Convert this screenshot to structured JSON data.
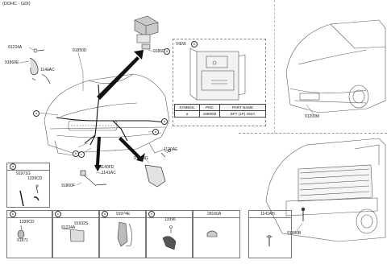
{
  "header": "(DOHC - GDI)",
  "view": {
    "label": "VIEW",
    "tag": "A",
    "table_headers": [
      "SYMBOL",
      "PNC",
      "PART NAME"
    ],
    "table_row": [
      "a",
      "19890M",
      "BFT (1P) 250A"
    ]
  },
  "main_labels": {
    "l91234A": "91234A",
    "l91860E": "91860E",
    "l1141AC_top": "1141AC",
    "l91850D": "91850D",
    "l91860T": "91860T",
    "l1120AE": "1120AE",
    "l91974G": "91974G",
    "l1140FD": "1140FD",
    "l1141AC_bot": "1141AC",
    "l91860F": "91860F",
    "l91200M": "91200M",
    "l91980B": "91980B"
  },
  "callouts": {
    "a": "a",
    "b": "b",
    "c": "c",
    "d": "d",
    "e": "e",
    "A": "A"
  },
  "panels": {
    "a": {
      "tag": "a",
      "labels": [
        "91971G",
        "1339CD"
      ]
    },
    "b": {
      "tag": "b",
      "labels": [
        "1339CD",
        "91871"
      ]
    },
    "c": {
      "tag": "c",
      "labels": [
        "91932S",
        "91234A"
      ]
    },
    "d": {
      "tag": "d",
      "title": "91974E"
    },
    "e": {
      "tag": "e",
      "labels": [
        "13396"
      ]
    },
    "f": {
      "title": "28160A"
    },
    "g": {
      "title": "1141AH"
    }
  }
}
